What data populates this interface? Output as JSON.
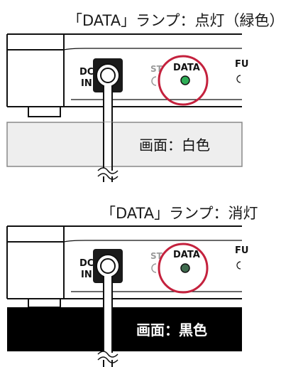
{
  "top": {
    "caption": "「DATA」ランプ：点灯（緑色）",
    "screen_text": "画面：白色",
    "screen_color": "#eeeeee",
    "lamp_color": "#2fae57"
  },
  "bottom": {
    "caption": "「DATA」ランプ：消灯",
    "screen_text": "画面：黒色",
    "screen_color": "#000000",
    "lamp_color": "#3f6b4e"
  },
  "labels": {
    "dc": "DC",
    "in": "IN",
    "data": "DATA",
    "st": "ST",
    "fu": "FU"
  },
  "colors": {
    "highlight_circle": "#c4213d",
    "device_outline": "#111111"
  }
}
